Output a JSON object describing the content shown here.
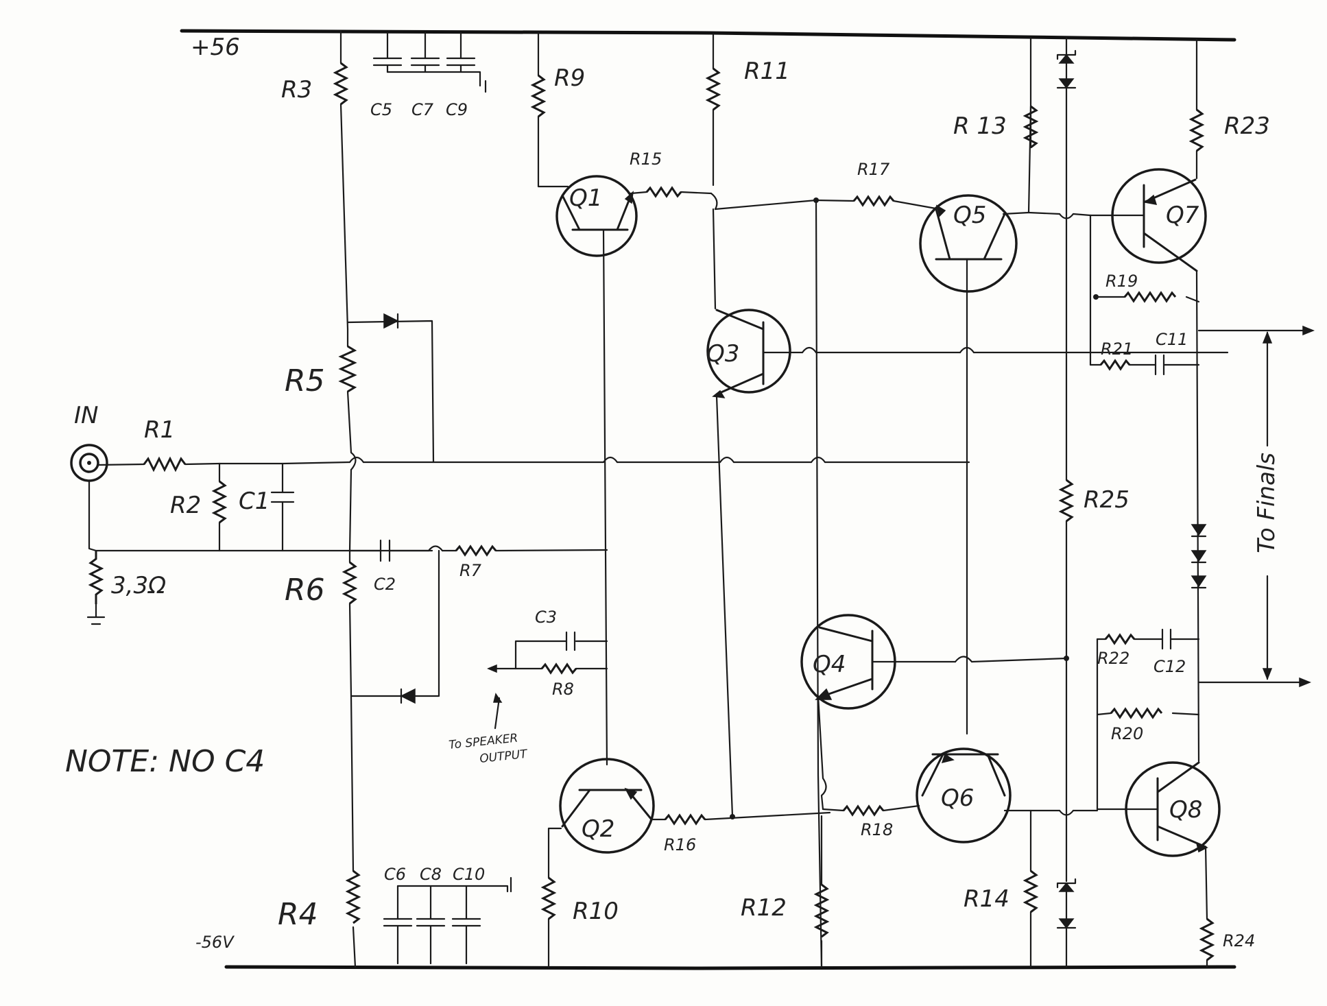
{
  "rails": {
    "positive": "+56",
    "negative": "-56V"
  },
  "input": {
    "label": "IN"
  },
  "ground_resistor_value": "3,3Ω",
  "note": "NOTE: NO C4",
  "speaker_label": [
    "To SPEAKER",
    "OUTPUT"
  ],
  "finals_label": "To Finals",
  "transistors": {
    "Q1": "Q1",
    "Q2": "Q2",
    "Q3": "Q3",
    "Q4": "Q4",
    "Q5": "Q5",
    "Q6": "Q6",
    "Q7": "Q7",
    "Q8": "Q8"
  },
  "resistors": {
    "R1": "R1",
    "R2": "R2",
    "R3": "R3",
    "R4": "R4",
    "R5": "R5",
    "R6": "R6",
    "R7": "R7",
    "R8": "R8",
    "R9": "R9",
    "R10": "R10",
    "R11": "R11",
    "R12": "R12",
    "R13": "R 13",
    "R14": "R14",
    "R15": "R15",
    "R16": "R16",
    "R17": "R17",
    "R18": "R18",
    "R19": "R19",
    "R20": "R20",
    "R21": "R21",
    "R22": "R22",
    "R23": "R23",
    "R24": "R24",
    "R25": "R25"
  },
  "capacitors": {
    "C1": "C1",
    "C2": "C2",
    "C3": "C3",
    "C5": "C5",
    "C7": "C7",
    "C9": "C9",
    "C6": "C6",
    "C8": "C8",
    "C10": "C10",
    "C11": "C11",
    "C12": "C12"
  }
}
